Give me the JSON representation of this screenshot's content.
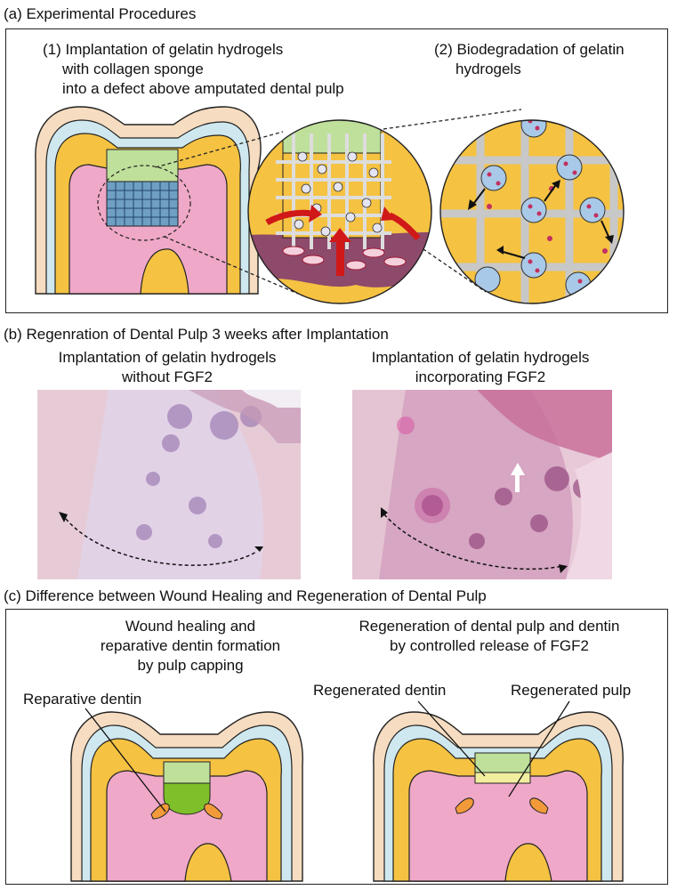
{
  "section_a": {
    "title": "(a) Experimental Procedures",
    "step1": [
      "(1) Implantation of gelatin hydrogels",
      "with collagen sponge",
      "into a defect above amputated dental pulp"
    ],
    "step2": [
      "(2) Biodegradation of gelatin",
      "hydrogels"
    ]
  },
  "section_b": {
    "title": "(b) Regenration of Dental Pulp 3 weeks after Implantation",
    "left_caption": [
      "Implantation of gelatin hydrogels",
      "without FGF2"
    ],
    "right_caption": [
      "Implantation of gelatin hydrogels",
      "incorporating FGF2"
    ]
  },
  "section_c": {
    "title": "(c) Difference between Wound Healing and Regeneration of Dental Pulp",
    "left_heading": [
      "Wound healing and",
      "reparative dentin formation",
      "by pulp capping"
    ],
    "right_heading": [
      "Regeneration of dental pulp and dentin",
      "by controlled release of FGF2"
    ],
    "label_reparative": "Reparative dentin",
    "label_regen_dentin": "Regenerated dentin",
    "label_regen_pulp": "Regenerated pulp"
  },
  "colors": {
    "enamel": "#f6dcc0",
    "enamel_inner": "#cfe8f0",
    "dentin": "#f5c242",
    "pulp": "#f0a8c8",
    "gelatin_green": "#bfe09a",
    "reparative_green": "#7fbf2a",
    "regen_dentin": "#f2eea0",
    "arrow_red": "#d01818",
    "hydrogel_blue": "#a9c9e8"
  }
}
